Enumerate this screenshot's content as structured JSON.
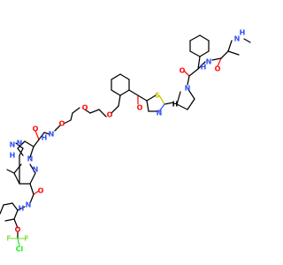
{
  "molecule": {
    "colors": {
      "carbon": "#000000",
      "oxygen": "#ff0d0d",
      "nitrogen": "#3050f8",
      "sulfur": "#c8c800",
      "chlorine": "#1ff01f",
      "fluorine": "#90e050"
    },
    "labels": {
      "n_top_nh": "N",
      "h_top_nh": "H",
      "o_val": "O",
      "n_amide_top": "N",
      "h_amide_top": "H",
      "o_top_carbonyl": "O",
      "s_thiazole": "S",
      "n_thiazole": "N",
      "h_stereo": "H",
      "n_pyrrolidine_top": "N",
      "o_ketone": "O",
      "o_ether1": "O",
      "o_ether2": "O",
      "o_ether3": "O",
      "n_pyrazole1": "N",
      "n_pyrazole2": "N",
      "h_pyrazole": "H",
      "n_amide_mid": "N",
      "h_amide_mid": "H",
      "o_amide_mid": "O",
      "n_pyrrolidine_mid": "N",
      "n_pyridine": "N",
      "o_amide_low": "O",
      "n_amide_low": "N",
      "h_amide_low": "H",
      "o_ocf": "O",
      "f1": "F",
      "f2": "F",
      "cl": "Cl"
    }
  }
}
